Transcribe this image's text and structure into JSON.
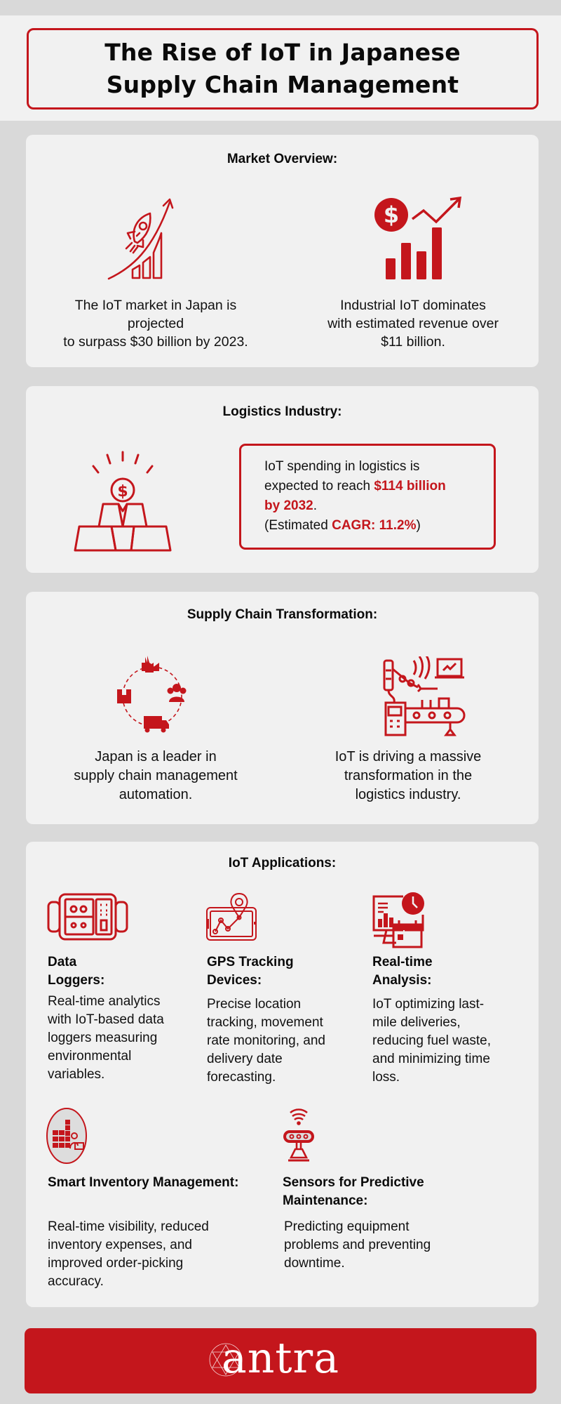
{
  "header": {
    "title_line1": "The Rise of IoT in Japanese",
    "title_line2": "Supply Chain Management"
  },
  "colors": {
    "accent": "#c4161c",
    "card_bg": "#f1f1f1",
    "page_bg": "#d9d9d9"
  },
  "market_overview": {
    "title": "Market Overview:",
    "items": [
      {
        "icon": "rocket-growth-chart-icon",
        "lines": [
          "The IoT market in Japan is",
          "projected",
          "to surpass $30 billion by 2023."
        ]
      },
      {
        "icon": "dollar-bar-chart-icon",
        "lines": [
          "Industrial IoT dominates",
          "with estimated revenue over",
          "$11 billion."
        ]
      }
    ]
  },
  "logistics": {
    "title": "Logistics Industry:",
    "icon": "gold-bars-dollar-icon",
    "text_before": "IoT spending in logistics is",
    "text_mid": "expected to reach ",
    "highlight_amount": "$114 billion",
    "highlight_year": "by 2032",
    "period": ".",
    "cagr_prefix": "(Estimated ",
    "cagr_highlight": "CAGR: 11.2%",
    "cagr_suffix": ")"
  },
  "transformation": {
    "title": "Supply Chain Transformation:",
    "items": [
      {
        "icon": "supply-chain-cycle-icon",
        "lines": [
          "Japan is a leader in",
          "supply chain management",
          "automation."
        ]
      },
      {
        "icon": "robotic-conveyor-icon",
        "lines": [
          "IoT is driving a massive",
          "transformation in the",
          "logistics industry."
        ]
      }
    ]
  },
  "applications": {
    "title": "IoT Applications:",
    "items": [
      {
        "icon": "data-logger-icon",
        "title_lines": [
          "Data",
          "Loggers:"
        ],
        "desc_lines": [
          "Real-time analytics",
          "with IoT-based data",
          "loggers measuring",
          "environmental",
          "variables."
        ]
      },
      {
        "icon": "gps-tablet-icon",
        "title_lines": [
          "GPS Tracking",
          "Devices:"
        ],
        "desc_lines": [
          "Precise location",
          "tracking, movement",
          "rate monitoring, and",
          "delivery date",
          "forecasting."
        ]
      },
      {
        "icon": "realtime-monitor-icon",
        "title_lines": [
          "Real-time",
          "Analysis:"
        ],
        "desc_lines": [
          "IoT optimizing last-",
          "mile deliveries,",
          "reducing fuel waste,",
          "and minimizing time",
          "loss."
        ]
      },
      {
        "icon": "inventory-warehouse-icon",
        "title_lines": [
          "Smart Inventory Management:"
        ],
        "desc_lines": [
          "Real-time visibility, reduced",
          "inventory expenses, and",
          "improved order-picking",
          "accuracy."
        ]
      },
      {
        "icon": "predictive-sensor-icon",
        "title_lines": [
          "Sensors for Predictive",
          "Maintenance:"
        ],
        "desc_lines": [
          "Predicting equipment",
          "problems and preventing",
          "downtime."
        ]
      }
    ]
  },
  "footer": {
    "logo_text": "antra"
  }
}
